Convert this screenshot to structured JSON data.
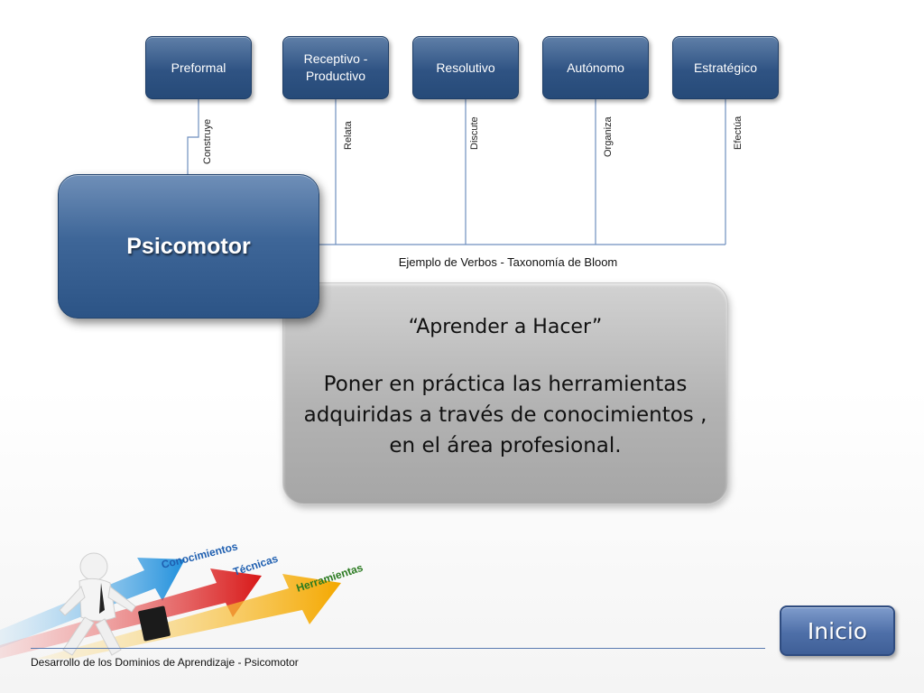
{
  "levels": [
    {
      "label": "Preformal",
      "verb": "Construye"
    },
    {
      "label": "Receptivo - Productivo",
      "verb": "Relata"
    },
    {
      "label": "Resolutivo",
      "verb": "Discute"
    },
    {
      "label": "Autónomo",
      "verb": "Organiza"
    },
    {
      "label": "Estratégico",
      "verb": "Efectúa"
    }
  ],
  "domain_title": "Psicomotor",
  "verbs_caption": "Ejemplo de Verbos - Taxonomía de Bloom",
  "quote": {
    "title": "“Aprender a Hacer”",
    "body": "Poner en práctica las herramientas adquiridas a través de conocimientos , en el área profesional."
  },
  "illustration": {
    "arrow_labels": [
      "Conocimientos",
      "Técnicas",
      "Herramientas"
    ]
  },
  "nav": {
    "home_label": "Inicio"
  },
  "footer": {
    "text": "Desarrollo de los Dominios de Aprendizaje - Psicomotor"
  },
  "colors": {
    "level_blue": "#2f5383",
    "arrow_blue": "#2f9be0",
    "arrow_red": "#e0211f",
    "arrow_yellow": "#f7b500",
    "gray_panel": "#b3b3b3"
  }
}
